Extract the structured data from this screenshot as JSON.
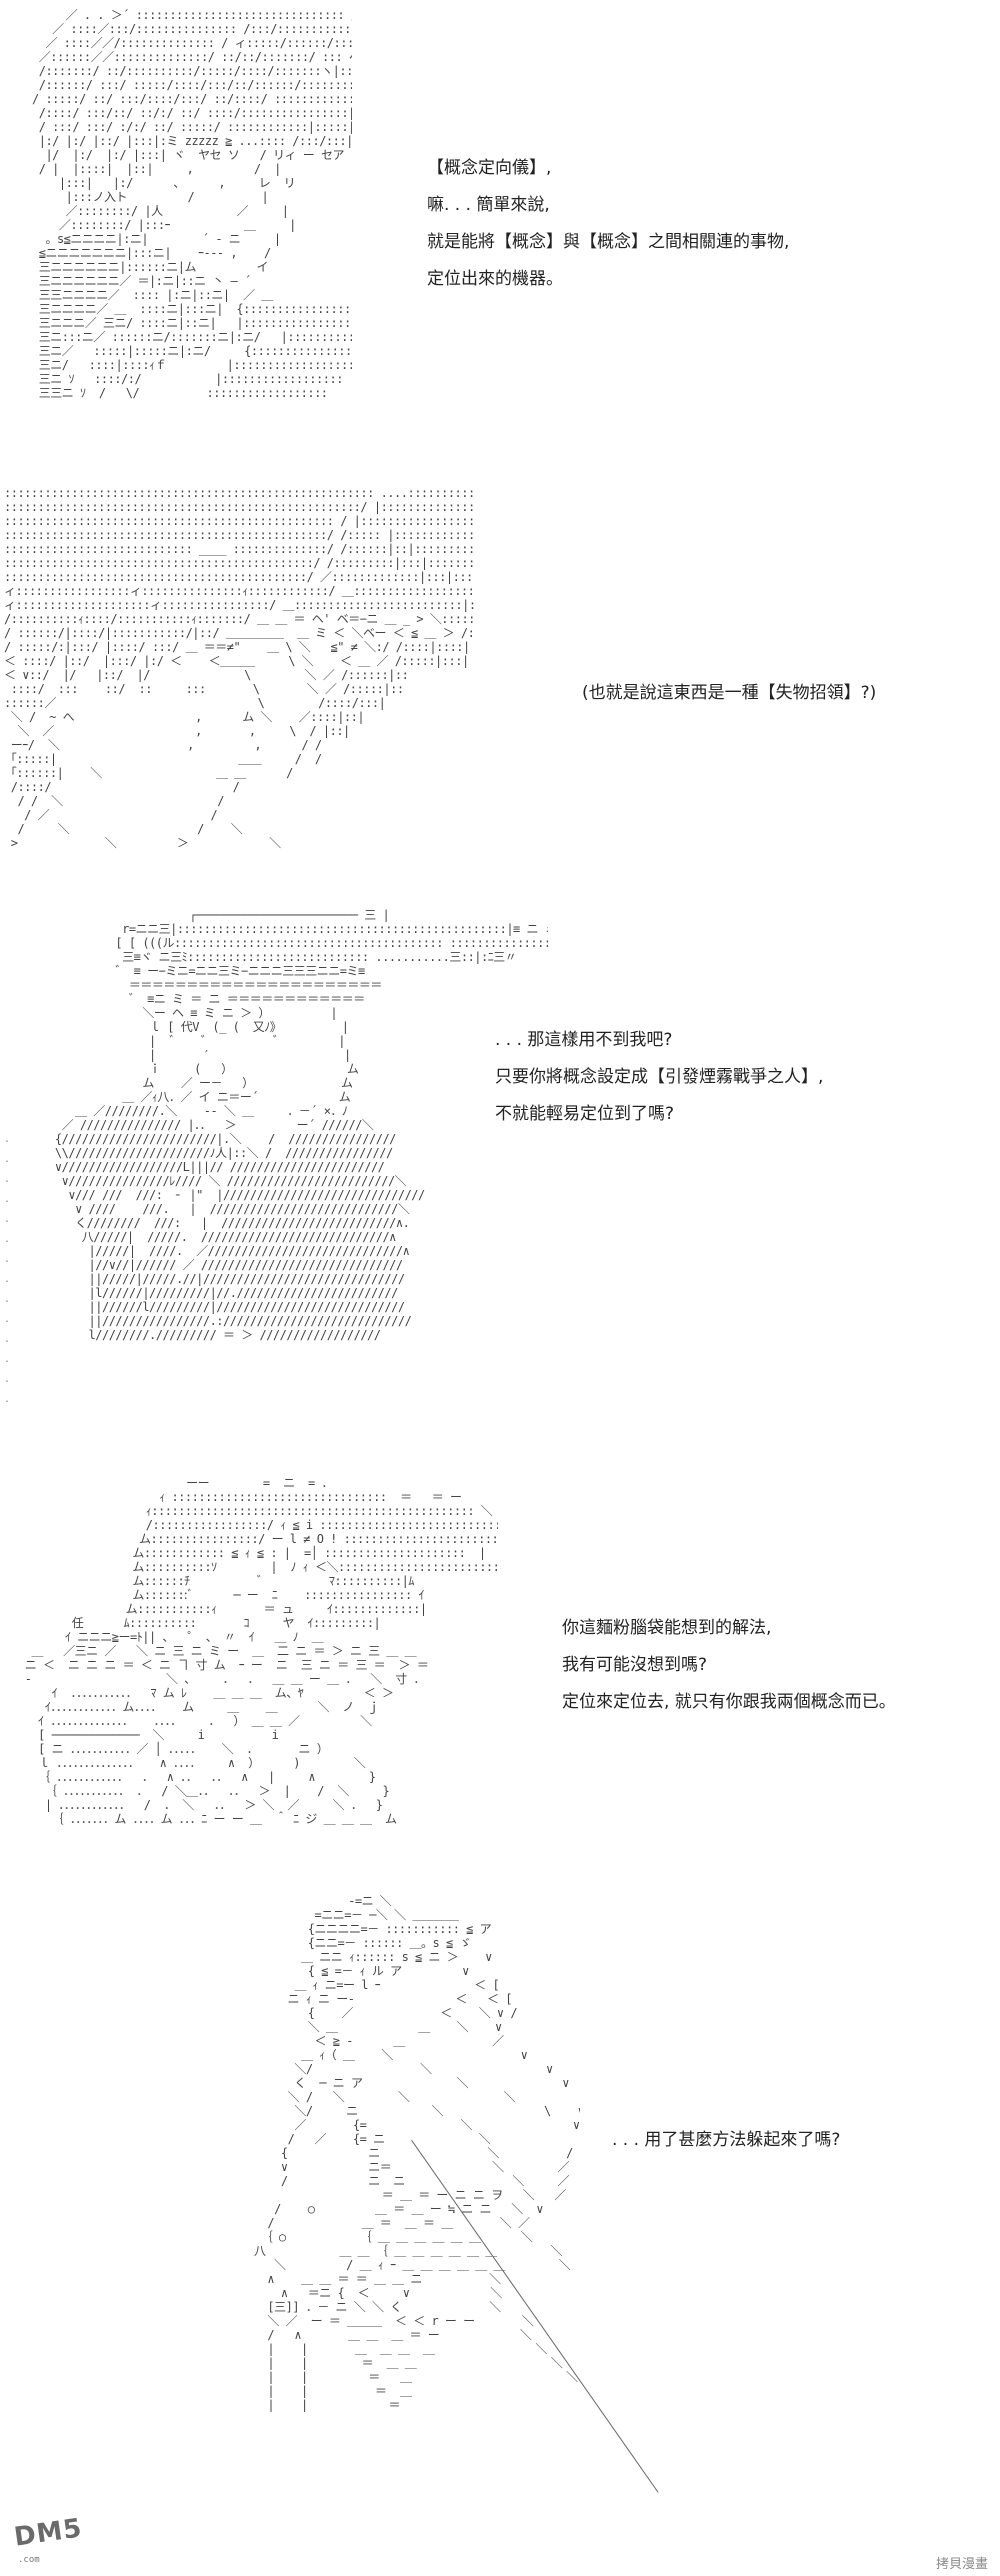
{
  "panels": [
    {
      "id": "panel-1",
      "dialogue": [
        "【概念定向儀】,",
        "嘛. . . 簡單來說,",
        "就是能將【概念】與【概念】之間相關連的事物,",
        "定位出來的機器。"
      ]
    },
    {
      "id": "panel-2",
      "dialogue": [
        "(也就是說這東西是一種【失物招領】?)"
      ]
    },
    {
      "id": "panel-3",
      "dialogue": [
        ". . . 那這樣用不到我吧?",
        "只要你將概念設定成【引發煙霧戰爭之人】,",
        "不就能輕易定位到了嗎?"
      ]
    },
    {
      "id": "panel-4",
      "dialogue": [
        "你這麵粉腦袋能想到的解法,",
        "我有可能沒想到嗎?",
        "定位來定位去, 就只有你跟我兩個概念而已。"
      ]
    },
    {
      "id": "panel-5",
      "dialogue": [
        ". . . 用了甚麼方法躲起來了嗎?"
      ]
    }
  ],
  "watermark": "拷貝漫畫",
  "logo": "DM5"
}
